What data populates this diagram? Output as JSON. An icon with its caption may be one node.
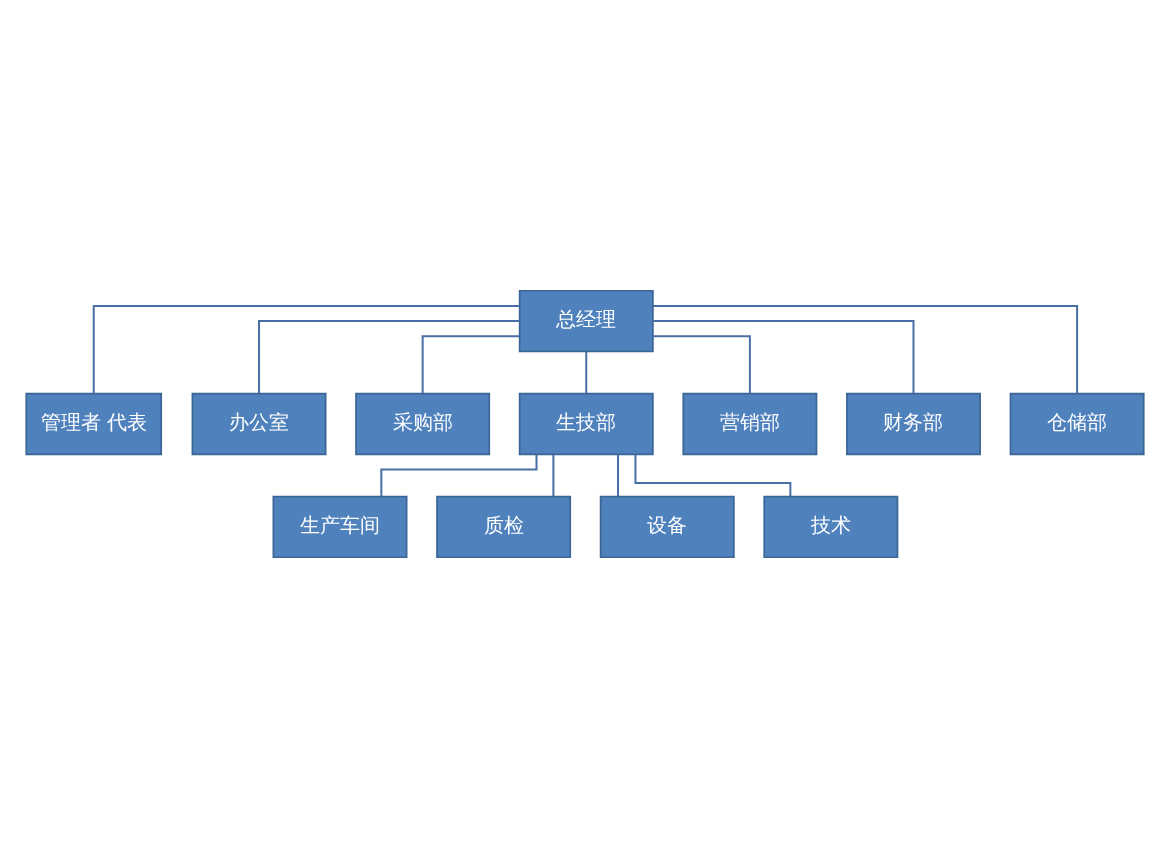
{
  "diagram": {
    "nodes": [
      {
        "text": [
          "总经理"
        ]
      },
      {
        "text": [
          "管理者 代表"
        ]
      },
      {
        "text": [
          "办公室"
        ]
      },
      {
        "text": [
          "采购部"
        ]
      },
      {
        "text": [
          "生技部"
        ]
      },
      {
        "text": [
          "营销部"
        ]
      },
      {
        "text": [
          "财务部"
        ]
      },
      {
        "text": [
          "仓储部"
        ]
      },
      {
        "text": [
          "生产车间"
        ]
      },
      {
        "text": [
          "质检"
        ]
      },
      {
        "text": [
          "设备"
        ]
      },
      {
        "text": [
          "技术"
        ]
      }
    ],
    "edges": [
      {
        "from": 0,
        "to": 1,
        "arrow": "none"
      },
      {
        "from": 0,
        "to": 2,
        "arrow": "none"
      },
      {
        "from": 0,
        "to": 3,
        "arrow": "none"
      },
      {
        "from": 0,
        "to": 4,
        "arrow": "none"
      },
      {
        "from": 0,
        "to": 5,
        "arrow": "none"
      },
      {
        "from": 0,
        "to": 6,
        "arrow": "none"
      },
      {
        "from": 0,
        "to": 7,
        "arrow": "none"
      },
      {
        "from": 4,
        "to": 8,
        "arrow": "none"
      },
      {
        "from": 4,
        "to": 9,
        "arrow": "none"
      },
      {
        "from": 4,
        "to": 10,
        "arrow": "none"
      },
      {
        "from": 4,
        "to": 11,
        "arrow": "none"
      }
    ]
  }
}
